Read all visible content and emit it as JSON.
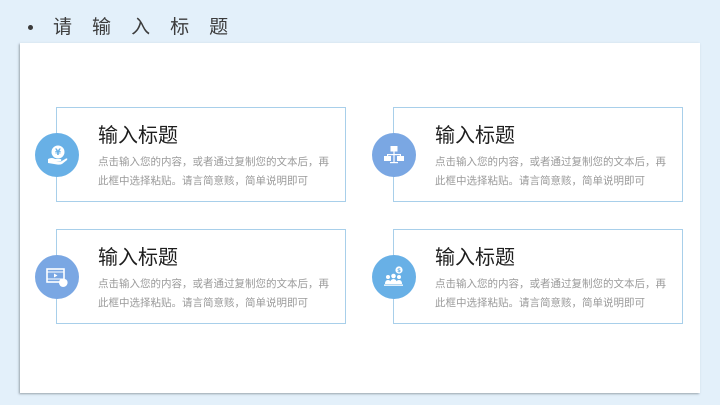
{
  "header": {
    "title": "请 输 入 标 题"
  },
  "colors": {
    "background": "#E3F0FA",
    "panel": "#FFFFFF",
    "card_border": "#A8CFEA",
    "circle_light_blue": "#68B0E6",
    "circle_periwinkle": "#7AA7E3",
    "title_text": "#1E1E1E",
    "desc_text": "#9A9A9A"
  },
  "cards": [
    {
      "icon": "money-hand-icon",
      "circle_color": "#68B0E6",
      "title": "输入标题",
      "description": "点击输入您的内容，或者通过复制您的文本后，再此框中选择粘贴。请言简意赅，简单说明即可"
    },
    {
      "icon": "network-icon",
      "circle_color": "#7AA7E3",
      "title": "输入标题",
      "description": "点击输入您的内容，或者通过复制您的文本后，再此框中选择粘贴。请言简意赅，简单说明即可"
    },
    {
      "icon": "video-touch-icon",
      "circle_color": "#7AA7E3",
      "title": "输入标题",
      "description": "点击输入您的内容，或者通过复制您的文本后，再此框中选择粘贴。请言简意赅，简单说明即可"
    },
    {
      "icon": "team-money-icon",
      "circle_color": "#68B0E6",
      "title": "输入标题",
      "description": "点击输入您的内容，或者通过复制您的文本后，再此框中选择粘贴。请言简意赅，简单说明即可"
    }
  ]
}
